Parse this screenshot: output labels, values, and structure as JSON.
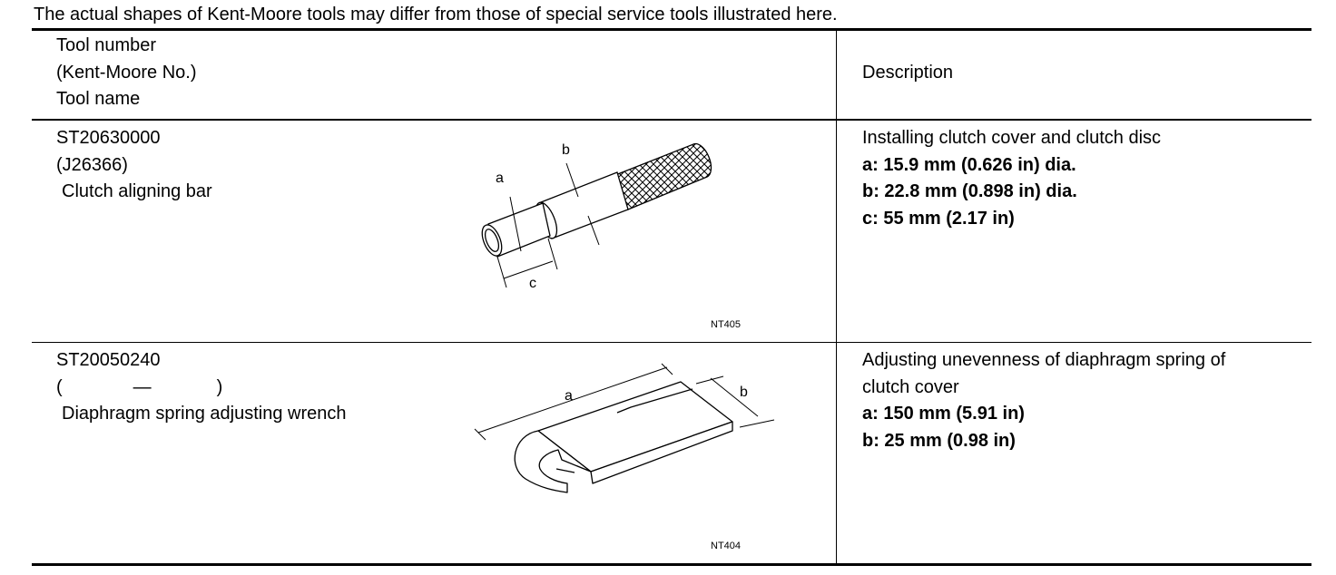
{
  "note": "The actual shapes of Kent-Moore tools may differ from those of special service tools illustrated here.",
  "header": {
    "tool_col": [
      "Tool number",
      "(Kent-Moore No.)",
      "Tool name"
    ],
    "description": "Description"
  },
  "rows": [
    {
      "tool_number": "ST20630000",
      "kent_moore": "(J26366)",
      "tool_name": "Clutch aligning bar",
      "description": "Installing clutch cover and clutch disc",
      "specs": [
        "a: 15.9 mm (0.626 in) dia.",
        "b: 22.8 mm (0.898 in) dia.",
        "c: 55 mm (2.17 in)"
      ],
      "figure": {
        "id": "NT405",
        "labels": {
          "a": "a",
          "b": "b",
          "c": "c"
        }
      }
    },
    {
      "tool_number": "ST20050240",
      "kent_moore_open": "(",
      "kent_moore_dash": "—",
      "kent_moore_close": ")",
      "tool_name": "Diaphragm spring adjusting wrench",
      "description_lines": [
        "Adjusting unevenness of diaphragm spring of",
        "clutch cover"
      ],
      "specs": [
        "a: 150 mm (5.91 in)",
        "b: 25 mm (0.98 in)"
      ],
      "figure": {
        "id": "NT404",
        "labels": {
          "a": "a",
          "b": "b"
        }
      }
    }
  ]
}
